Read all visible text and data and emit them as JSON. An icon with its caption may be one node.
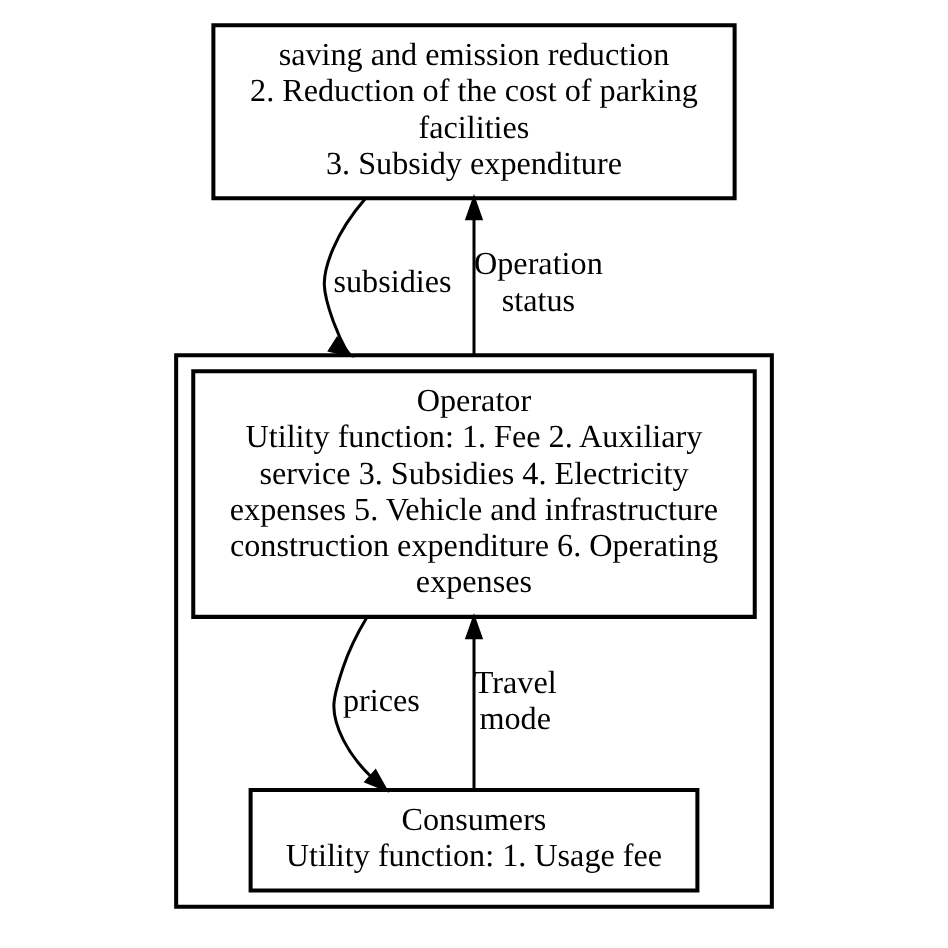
{
  "diagram": {
    "nodes": [
      {
        "text": [
          "saving and emission reduction",
          "2. Reduction of the cost of parking facilities",
          "3. Subsidy expenditure"
        ]
      },
      {
        "text": [],
        "shape": "box"
      },
      {
        "text": [
          "Operator",
          "Utility function: 1. Fee 2. Auxiliary service 3. Subsidies 4. Electricity expenses 5. Vehicle and infrastructure construction expenditure 6. Operating expenses"
        ],
        "in": 1
      },
      {
        "text": [
          "Consumers",
          "Utility function: 1. Usage fee"
        ],
        "in": 1
      }
    ],
    "edges": [
      {
        "from": 0,
        "to": 1,
        "arrow": "to",
        "label": "subsidies"
      },
      {
        "from": 1,
        "to": 0,
        "arrow": "to",
        "label": "Operation status"
      },
      {
        "from": 2,
        "to": 3,
        "arrow": "to",
        "label": "prices"
      },
      {
        "from": 3,
        "to": 2,
        "arrow": "to",
        "label": "Travel mode"
      }
    ]
  }
}
